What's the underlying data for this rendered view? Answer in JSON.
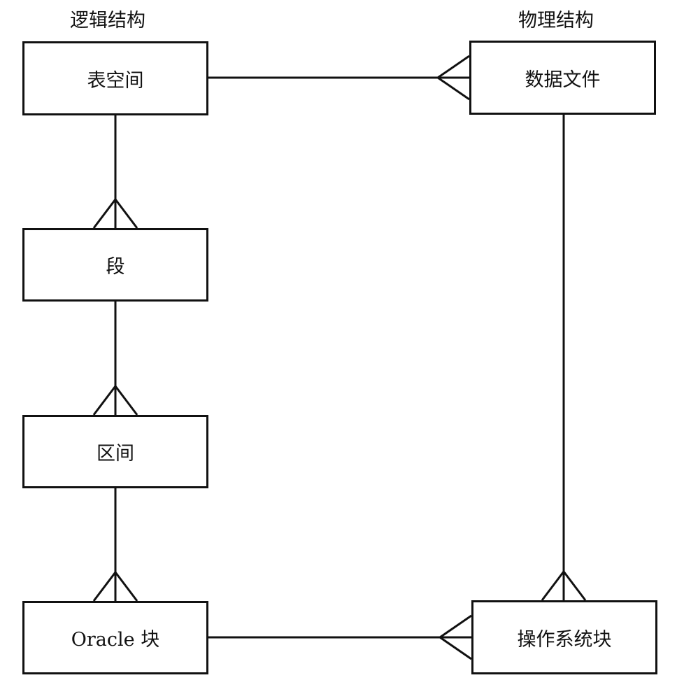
{
  "headers": {
    "logical": "逻辑结构",
    "physical": "物理结构"
  },
  "entities": {
    "tablespace": "表空间",
    "segment": "段",
    "extent": "区间",
    "oracle_block": "Oracle 块",
    "datafile": "数据文件",
    "os_block": "操作系统块"
  },
  "relationships": [
    {
      "from": "tablespace",
      "to": "datafile",
      "cardinality": "one-to-many"
    },
    {
      "from": "tablespace",
      "to": "segment",
      "cardinality": "one-to-many"
    },
    {
      "from": "segment",
      "to": "extent",
      "cardinality": "one-to-many"
    },
    {
      "from": "extent",
      "to": "oracle_block",
      "cardinality": "one-to-many"
    },
    {
      "from": "datafile",
      "to": "os_block",
      "cardinality": "one-to-many"
    },
    {
      "from": "oracle_block",
      "to": "os_block",
      "cardinality": "one-to-many"
    }
  ],
  "colors": {
    "line": "#111111",
    "background": "#ffffff"
  }
}
